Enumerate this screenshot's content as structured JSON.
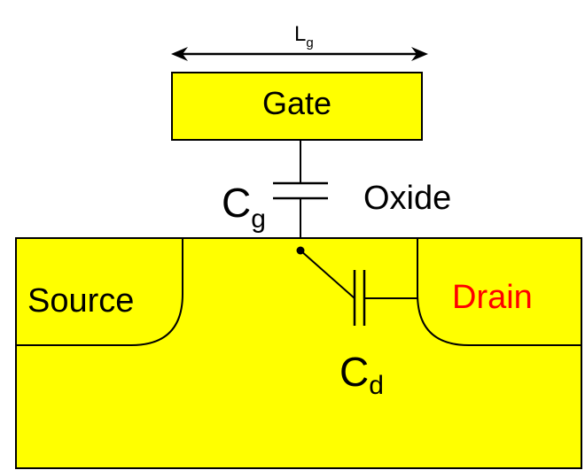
{
  "diagram": {
    "gate_label": "Gate",
    "gate_length_label": "L",
    "gate_length_sub": "g",
    "gate_cap_label": "C",
    "gate_cap_sub": "g",
    "oxide_label": "Oxide",
    "source_label": "Source",
    "drain_label": "Drain",
    "drain_cap_label": "C",
    "drain_cap_sub": "d"
  },
  "colors": {
    "fill": "#ffff00",
    "stroke": "#000000",
    "drain_text": "#ff0000"
  }
}
